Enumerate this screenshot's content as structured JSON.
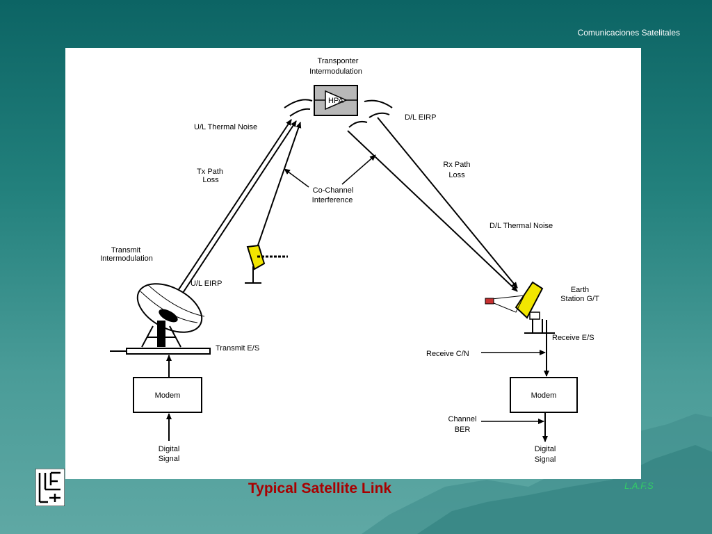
{
  "slide": {
    "header_title": "Comunicaciones Satelitales",
    "caption": "Typical Satellite Link",
    "footer_tag": "L.A.F.S"
  },
  "diagram": {
    "labels": {
      "transponder_line1": "Transponter",
      "transponder_line2": "Intermodulation",
      "hpa": "HPA",
      "ul_thermal_noise": "U/L Thermal Noise",
      "dl_eirp": "D/L EIRP",
      "tx_path_line1": "Tx Path",
      "tx_path_line2": "Loss",
      "rx_path_line1": "Rx Path",
      "rx_path_line2": "Loss",
      "cochannel_line1": "Co-Channel",
      "cochannel_line2": "Interference",
      "dl_thermal_noise": "D/L Thermal Noise",
      "transmit_im_line1": "Transmit",
      "transmit_im_line2": "Intermodulation",
      "ul_eirp": "U/L EIRP",
      "earth_station_line1": "Earth",
      "earth_station_line2": "Station G/T",
      "transmit_es": "Transmit E/S",
      "receive_es": "Receive E/S",
      "receive_cn": "Receive C/N",
      "modem_tx": "Modem",
      "modem_rx": "Modem",
      "channel_ber_line1": "Channel",
      "channel_ber_line2": "BER",
      "digital_signal_in_line1": "Digital",
      "digital_signal_in_line2": "Signal",
      "digital_signal_out_line1": "Digital",
      "digital_signal_out_line2": "Signal"
    }
  },
  "colors": {
    "caption": "#a80000",
    "footer_tag": "#33cc66",
    "dish_yellow": "#f2e600"
  }
}
